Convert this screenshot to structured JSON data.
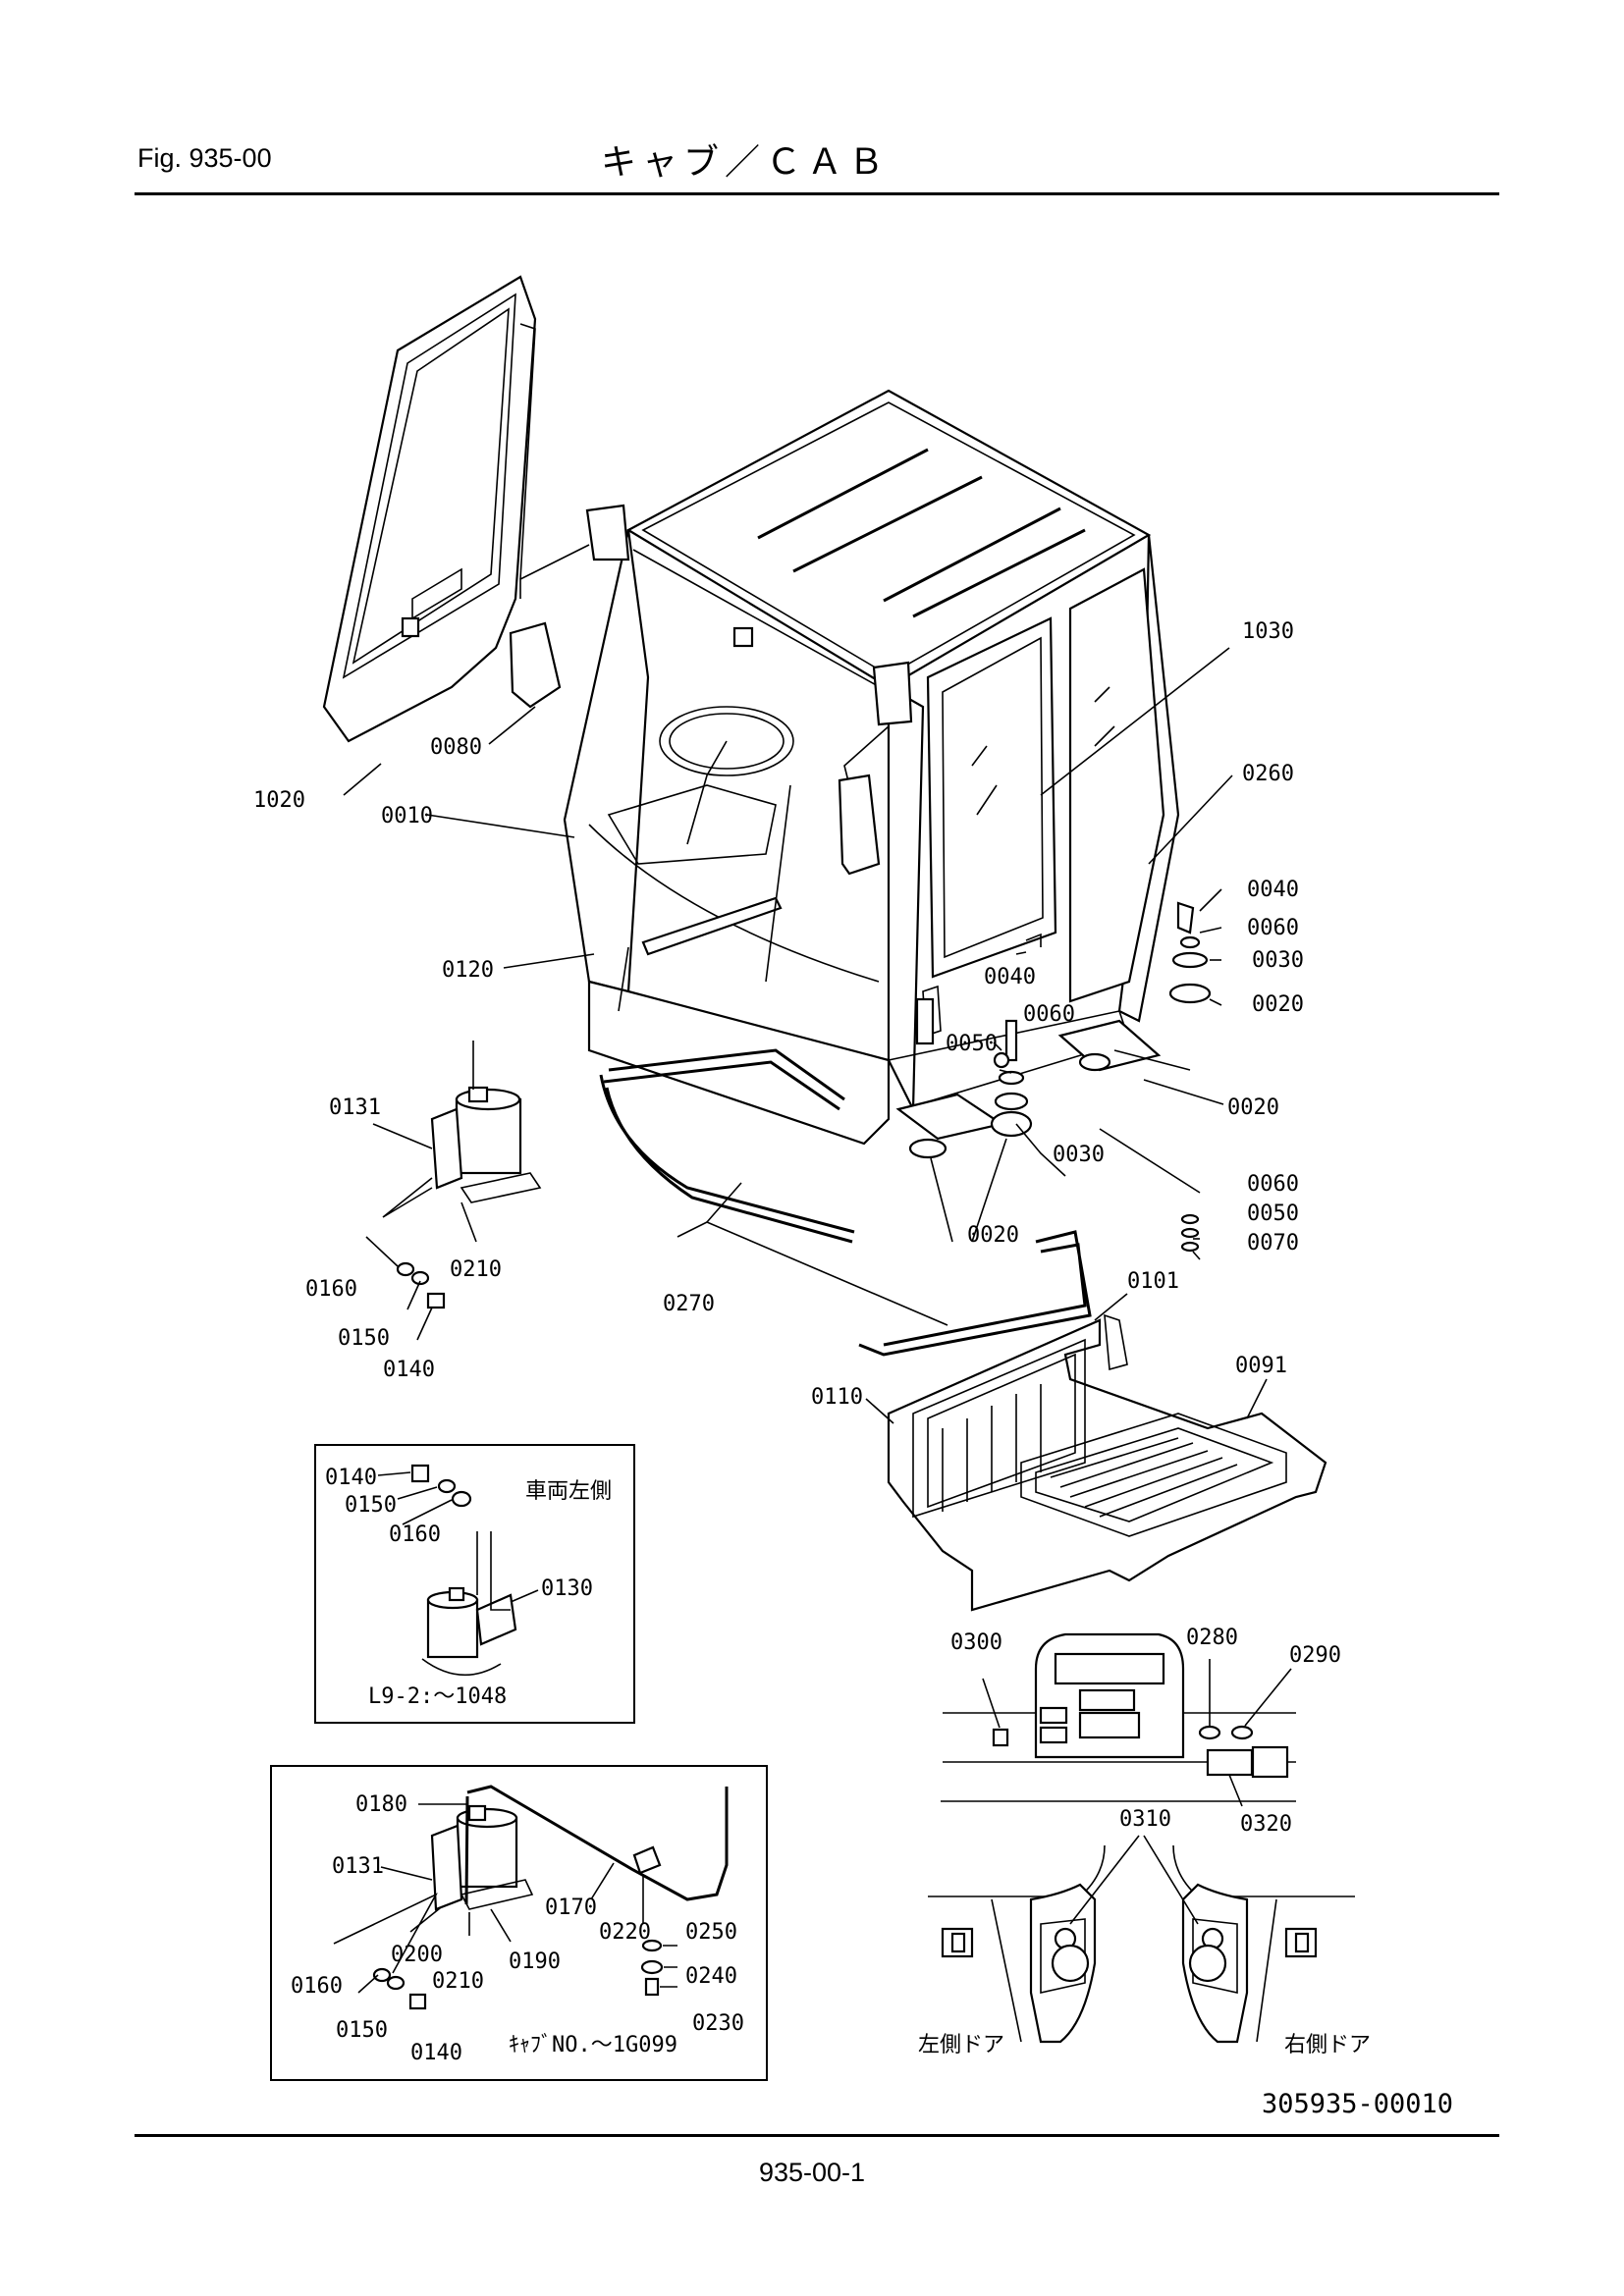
{
  "header": {
    "fig_label": "Fig.  935-00",
    "title": "キャブ／ＣＡＢ"
  },
  "footer": {
    "page_number": "935-00-1"
  },
  "drawing_number": "305935-00010",
  "main_callouts": {
    "c1020": "1020",
    "c0080": "0080",
    "c0010": "0010",
    "c0120": "0120",
    "c1030": "1030",
    "c0260": "0260",
    "c0040a": "0040",
    "c0060a": "0060",
    "c0030a": "0030",
    "c0020a": "0020",
    "c0040b": "0040",
    "c0060b": "0060",
    "c0050b": "0050",
    "c0020b": "0020",
    "c0030b": "0030",
    "c0060c": "0060",
    "c0050c": "0050",
    "c0070c": "0070",
    "c0020c": "0020",
    "c0131": "0131",
    "c0210": "0210",
    "c0160": "0160",
    "c0150": "0150",
    "c0140": "0140",
    "c0270": "0270",
    "c0101": "0101",
    "c0110": "0110",
    "c0091": "0091"
  },
  "inset1": {
    "c0140": "0140",
    "c0150": "0150",
    "c0160": "0160",
    "c0130": "0130",
    "side_note": "車両左側",
    "serial_note": "L9-2:～1048"
  },
  "inset2": {
    "c0180": "0180",
    "c0131": "0131",
    "c0170": "0170",
    "c0220": "0220",
    "c0250": "0250",
    "c0200": "0200",
    "c0210": "0210",
    "c0190": "0190",
    "c0240": "0240",
    "c0160": "0160",
    "c0230": "0230",
    "c0150": "0150",
    "c0140": "0140",
    "serial_note": "ｷｬﾌﾞNO.～1G099"
  },
  "detail_panel": {
    "c0300": "0300",
    "c0280": "0280",
    "c0290": "0290",
    "c0320": "0320",
    "c0310": "0310",
    "left_door": "左側ドア",
    "right_door": "右側ドア"
  }
}
